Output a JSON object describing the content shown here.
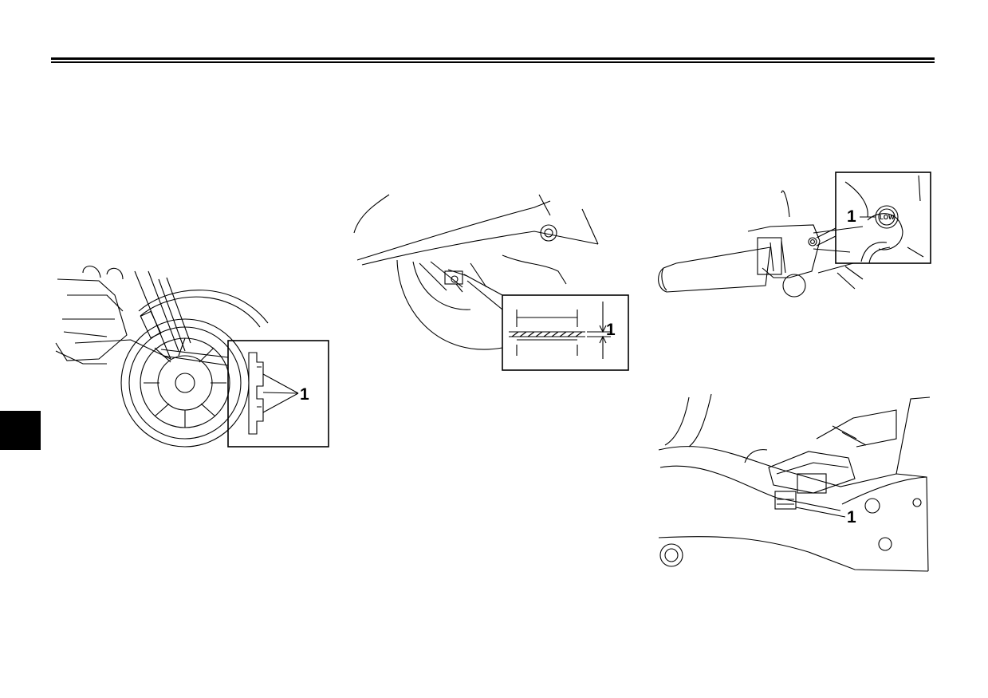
{
  "page": {
    "section_tab_color": "#000000"
  },
  "figures": {
    "front_brake_pads": {
      "callout": "1"
    },
    "rear_brake_pads": {
      "callout": "1"
    },
    "handlebar_low_indicator": {
      "callout": "1",
      "indicator_text": "LOW"
    },
    "battery_under_seat": {
      "callout": "1"
    }
  }
}
